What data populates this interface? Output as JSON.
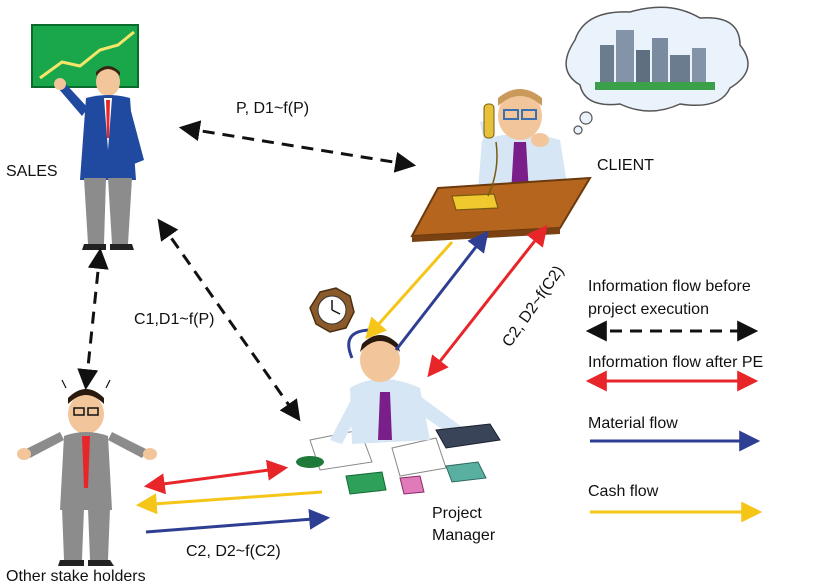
{
  "actors": {
    "sales": "SALES",
    "client": "CLIENT",
    "project_manager_line1": "Project",
    "project_manager_line2": "Manager",
    "stake_holders": "Other stake holders"
  },
  "flows": {
    "sales_client": "P, D1~f(P)",
    "sales_stakeholders": "C1,D1~f(P)",
    "pm_client": "C2, D2~f(C2)",
    "pm_stakeholders": "C2, D2~f(C2)"
  },
  "legend": {
    "info_before_line1": "Information flow before",
    "info_before_line2": "project execution",
    "info_after": "Information flow after PE",
    "material": "Material flow",
    "cash": "Cash flow"
  },
  "colors": {
    "info_before": "#111111",
    "info_after": "#e8262a",
    "material": "#2e3f93",
    "cash": "#f5c518",
    "suit_blue": "#1f4aa0",
    "suit_grey": "#8c8c8c",
    "desk": "#b5651d",
    "chart_green": "#1aa64a"
  },
  "icons": [
    "sales-person-icon",
    "client-person-icon",
    "project-manager-icon",
    "stakeholder-person-icon",
    "clock-icon",
    "city-thought-bubble-icon",
    "telephone-icon"
  ]
}
